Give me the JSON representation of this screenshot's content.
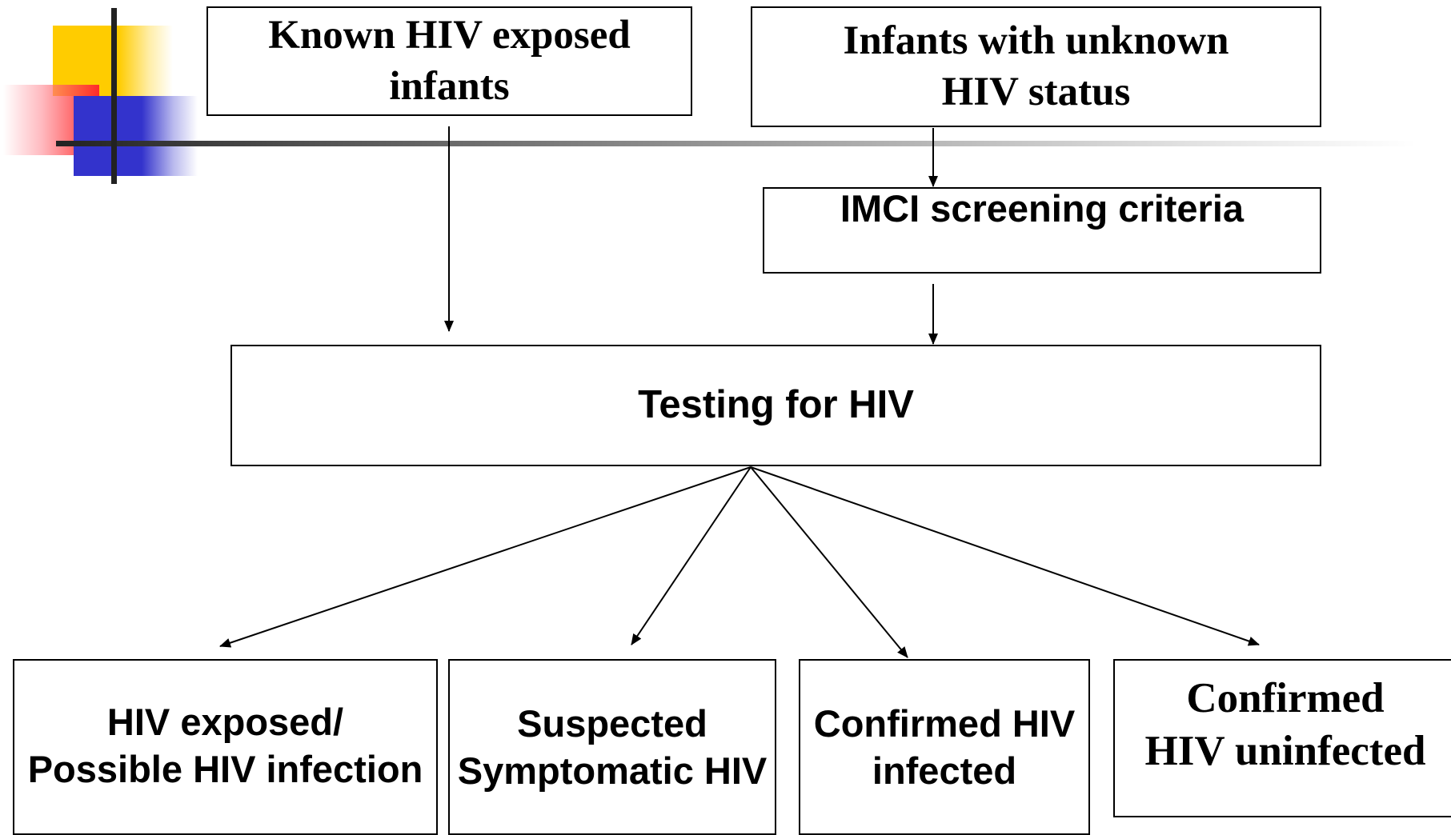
{
  "diagram": {
    "nodes": {
      "known_exposed": "Known HIV exposed\ninfants",
      "unknown_status": "Infants with unknown\nHIV status",
      "imci": "IMCI screening criteria",
      "testing": "Testing for HIV",
      "exposed_possible": "HIV exposed/\nPossible HIV infection",
      "suspected": "Suspected\nSymptomatic HIV",
      "confirmed_infected": "Confirmed HIV\ninfected",
      "confirmed_uninfected": "Confirmed\nHIV uninfected"
    },
    "edges": [
      {
        "from": "known_exposed",
        "to": "testing"
      },
      {
        "from": "unknown_status",
        "to": "imci"
      },
      {
        "from": "imci",
        "to": "testing"
      },
      {
        "from": "testing",
        "to": "exposed_possible"
      },
      {
        "from": "testing",
        "to": "suspected"
      },
      {
        "from": "testing",
        "to": "confirmed_infected"
      },
      {
        "from": "testing",
        "to": "confirmed_uninfected"
      }
    ],
    "colors": {
      "decor_yellow": "#ffcc00",
      "decor_red": "#ff2a2a",
      "decor_blue": "#3333cc",
      "line": "#000000"
    }
  }
}
